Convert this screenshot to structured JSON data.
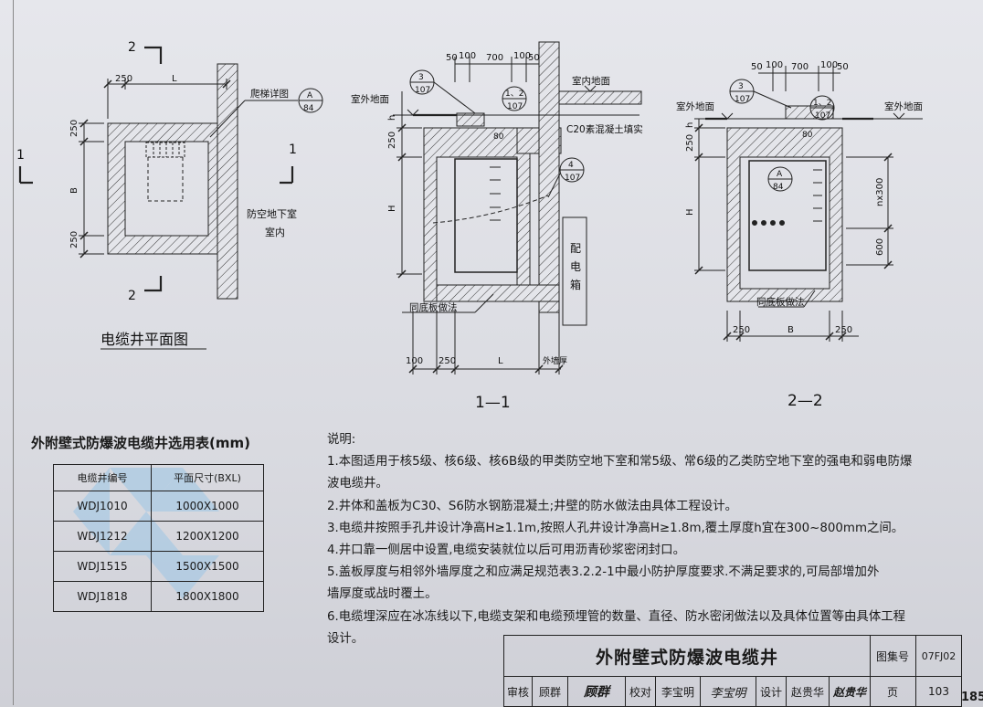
{
  "drawing": {
    "plan_caption": "电缆井平面图",
    "section11_caption": "1—1",
    "section22_caption": "2—2",
    "dims": {
      "d250": "250",
      "L": "L",
      "B": "B",
      "H": "H",
      "h": "h",
      "d100": "100",
      "d50": "50",
      "d700": "700",
      "d80": "80",
      "nx300": "nx300",
      "d600": "600"
    },
    "labels": {
      "ladder": "爬梯详图",
      "basement": "防空地下室",
      "indoor": "室内",
      "outdoor_ground": "室外地面",
      "indoor_ground": "室内地面",
      "c20": "C20素混凝土填实",
      "base_note": "同底板做法",
      "ext_wall": "外墙厚",
      "box": [
        "配",
        "电",
        "箱"
      ],
      "sec_mark_1": "1",
      "sec_mark_2": "2",
      "bubble_a": "A",
      "bubble_84": "84",
      "bubble_3": "3",
      "bubble_107": "107",
      "bubble_12": "1、2",
      "bubble_4": "4"
    }
  },
  "selection_table": {
    "title": "外附壁式防爆波电缆井选用表(mm)",
    "headers": [
      "电缆井编号",
      "平面尺寸(BXL)"
    ],
    "rows": [
      [
        "WDJ1010",
        "1000X1000"
      ],
      [
        "WDJ1212",
        "1200X1200"
      ],
      [
        "WDJ1515",
        "1500X1500"
      ],
      [
        "WDJ1818",
        "1800X1800"
      ]
    ]
  },
  "notes": {
    "heading": "说明:",
    "lines": [
      "1.本图适用于核5级、核6级、核6B级的甲类防空地下室和常5级、常6级的乙类防空地下室的强电和弱电防爆",
      "波电缆井。",
      "2.井体和盖板为C30、S6防水钢筋混凝土;井壁的防水做法由具体工程设计。",
      "3.电缆井按照手孔井设计净高H≥1.1m,按照人孔井设计净高H≥1.8m,覆土厚度h宜在300~800mm之间。",
      "4.井口靠一侧居中设置,电缆安装就位以后可用沥青砂浆密闭封口。",
      "5.盖板厚度与相邻外墙厚度之和应满足规范表3.2.2-1中最小防护厚度要求.不满足要求的,可局部增加外",
      "墙厚度或战时覆土。",
      "6.电缆埋深应在冰冻线以下,电缆支架和电缆预埋管的数量、直径、防水密闭做法以及具体位置等由具体工程",
      "设计。"
    ]
  },
  "title_block": {
    "title": "外附壁式防爆波电缆井",
    "atlas_label": "图集号",
    "atlas_no": "07FJ02",
    "review_label": "审核",
    "reviewer": "顾群",
    "reviewer_sig": "顾群",
    "check_label": "校对",
    "checker": "李宝明",
    "checker_sig": "李宝明",
    "design_label": "设计",
    "designer": "赵贵华",
    "designer_sig": "赵贵华",
    "page_label": "页",
    "page_no": "103"
  },
  "book_page": "185"
}
